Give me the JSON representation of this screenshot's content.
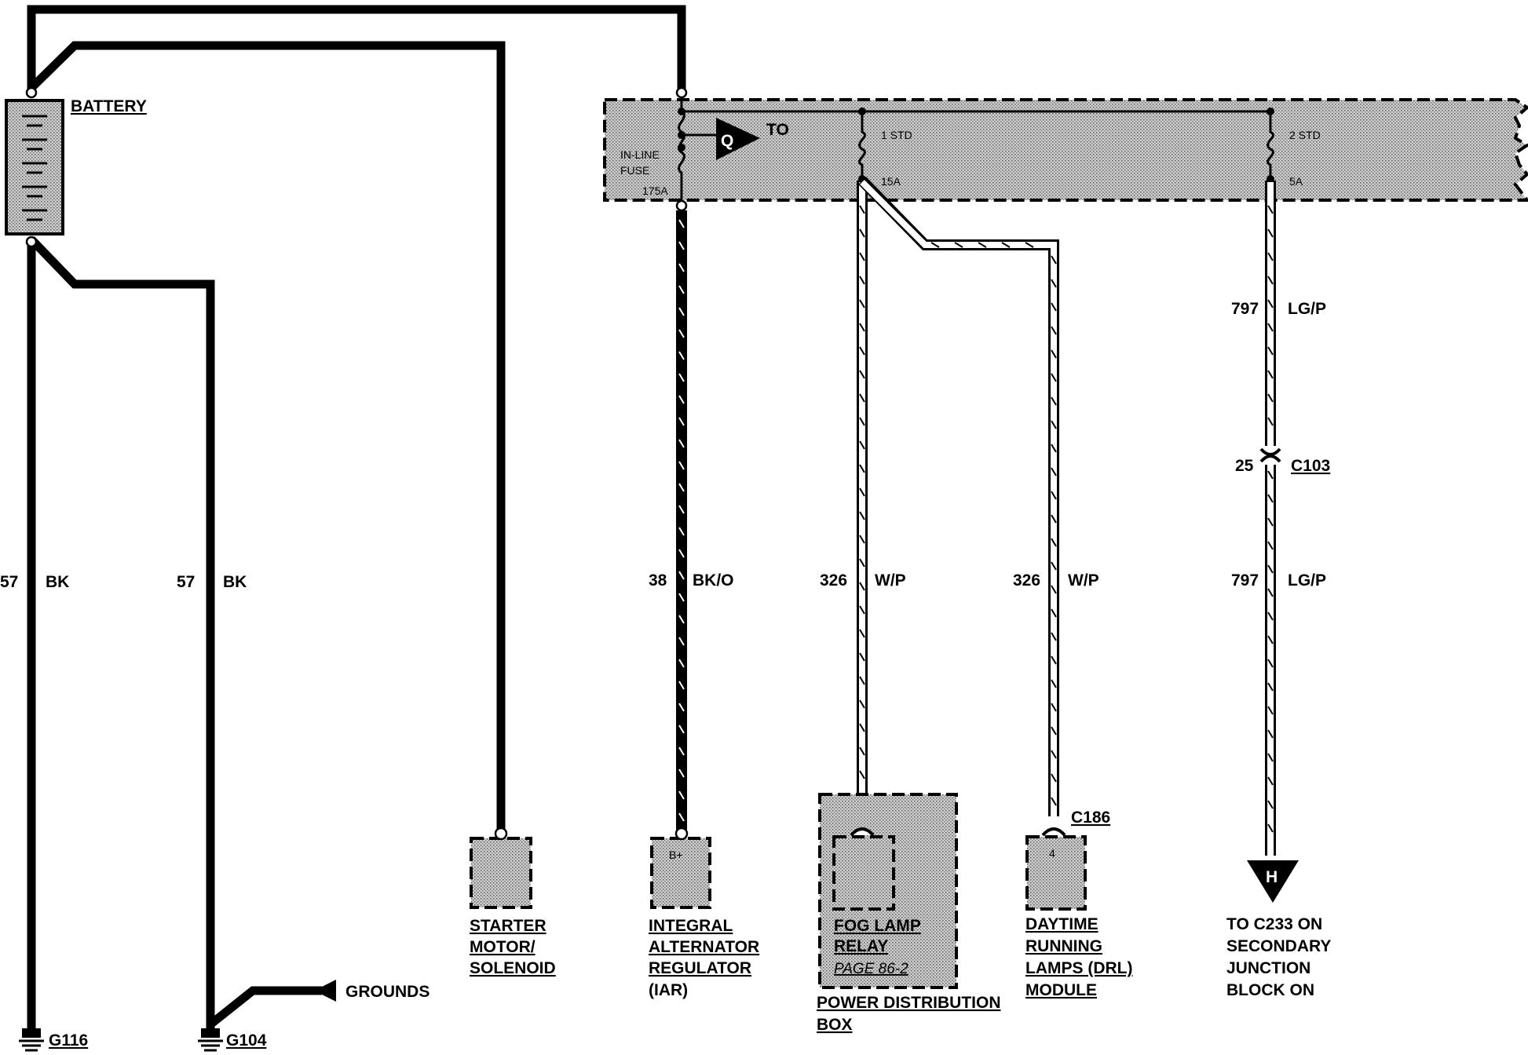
{
  "battery": {
    "label": "BATTERY"
  },
  "power_distribution_box": {
    "label_line1": "POWER DISTRIBUTION",
    "label_line2": "BOX",
    "inline_fuse_line1": "IN-LINE",
    "inline_fuse_line2": "FUSE",
    "inline_fuse_rating": "175A",
    "connector_q": "Q",
    "connector_q_to": "TO",
    "fuse1_std": "1 STD",
    "fuse1_rating": "15A",
    "fuse2_std": "2 STD",
    "fuse2_rating": "5A"
  },
  "wires": {
    "w1": {
      "circuit": "57",
      "color": "BK"
    },
    "w2": {
      "circuit": "57",
      "color": "BK"
    },
    "w3": {
      "circuit": "38",
      "color": "BK/O"
    },
    "w4": {
      "circuit": "326",
      "color": "W/P"
    },
    "w5": {
      "circuit": "326",
      "color": "W/P"
    },
    "w6a": {
      "circuit": "797",
      "color": "LG/P"
    },
    "w6b": {
      "circuit": "797",
      "color": "LG/P"
    }
  },
  "connectors": {
    "c103": {
      "pin": "25",
      "name": "C103"
    },
    "c186": {
      "name": "C186",
      "pin": "4"
    }
  },
  "grounds": {
    "g116": "G116",
    "g104": "G104",
    "grounds_label": "GROUNDS"
  },
  "components": {
    "starter": [
      "STARTER",
      "MOTOR/",
      "SOLENOID"
    ],
    "alternator": {
      "pin": "B+",
      "lines": [
        "INTEGRAL",
        "ALTERNATOR",
        "REGULATOR",
        "(IAR)"
      ]
    },
    "fog_lamp": {
      "lines": [
        "FOG LAMP",
        "RELAY"
      ],
      "page_ref": "PAGE 86-2"
    },
    "drl": [
      "DAYTIME",
      "RUNNING",
      "LAMPS (DRL)",
      "MODULE"
    ],
    "connector_h": {
      "letter": "H",
      "lines": [
        "TO C233 ON",
        "SECONDARY",
        "JUNCTION",
        "BLOCK ON"
      ]
    }
  }
}
